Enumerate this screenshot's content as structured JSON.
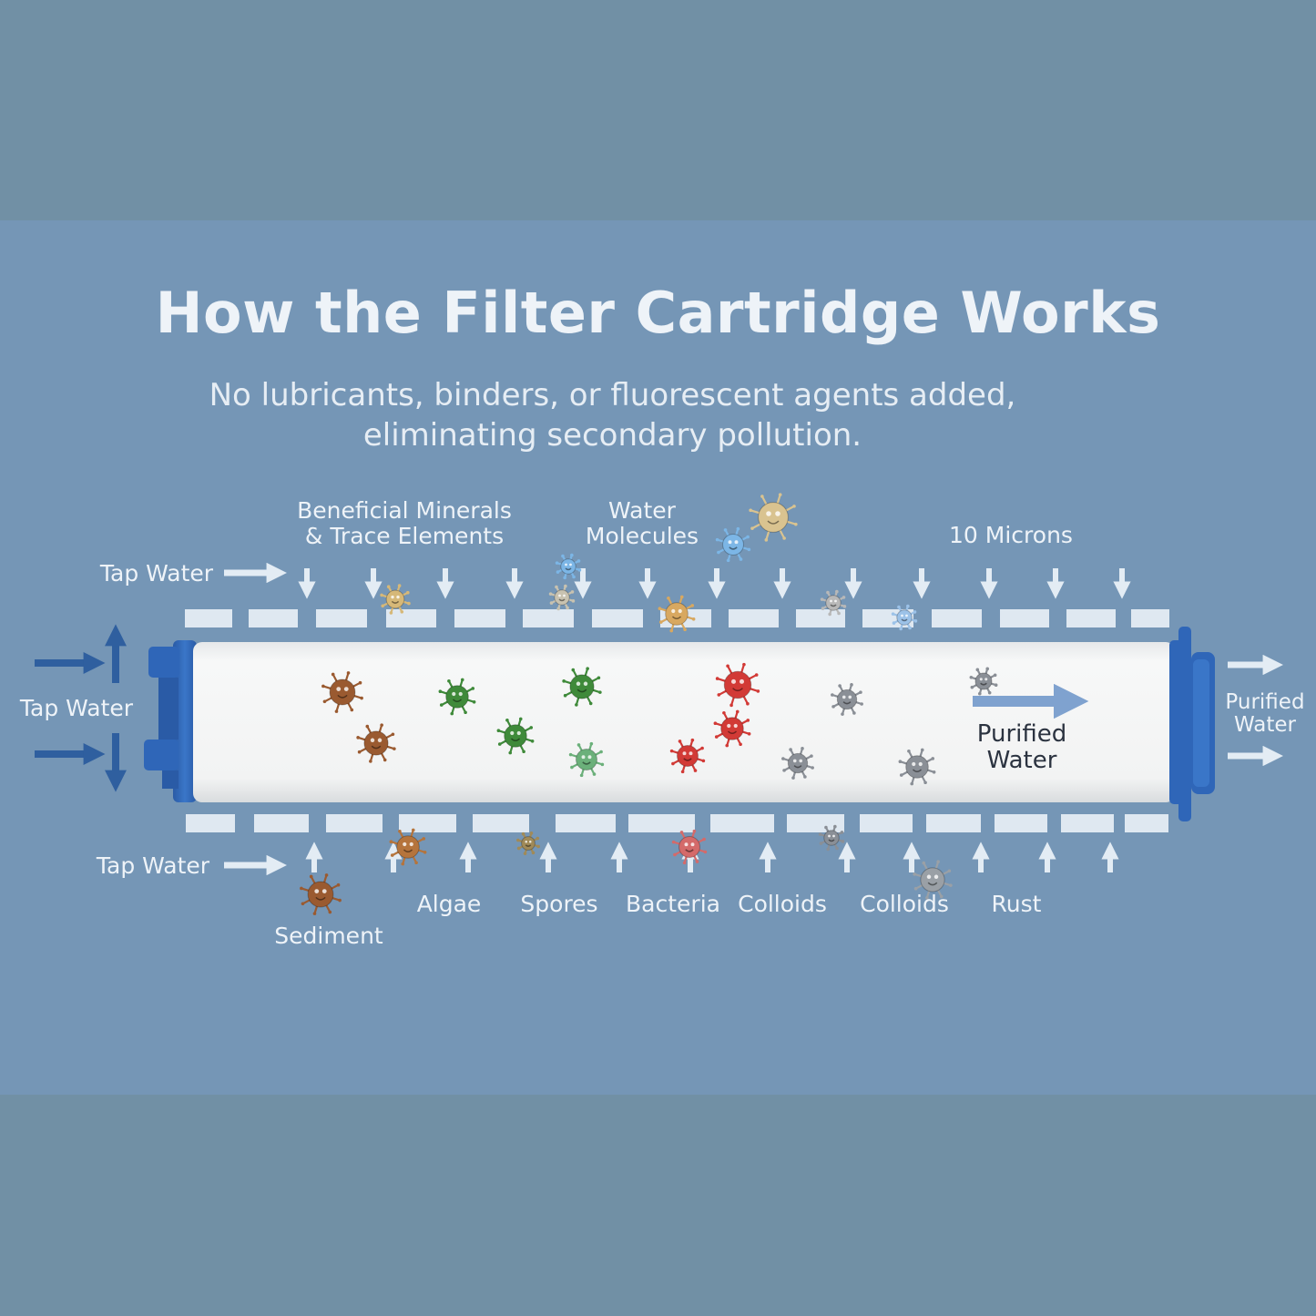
{
  "title": "How the Filter Cartridge Works",
  "subtitle_line1": "No lubricants, binders, or fluorescent agents added,",
  "subtitle_line2": "eliminating secondary pollution.",
  "labels": {
    "beneficial_line1": "Beneficial Minerals",
    "beneficial_line2": "& Trace Elements",
    "water_molecules_line1": "Water",
    "water_molecules_line2": "Molecules",
    "microns": "10 Microns",
    "tap_water_top": "Tap Water",
    "tap_water_left": "Tap Water",
    "tap_water_bottom": "Tap Water",
    "purified_inside_line1": "Purified",
    "purified_inside_line2": "Water",
    "purified_outside_line1": "Purified",
    "purified_outside_line2": "Water",
    "sediment": "Sediment",
    "algae": "Algae",
    "spores": "Spores",
    "bacteria": "Bacteria",
    "colloids_1": "Colloids",
    "colloids_2": "Colloids",
    "rust": "Rust"
  },
  "colors": {
    "background_outer": "#7190a5",
    "background_panel": "#7596b6",
    "cartridge_body": "#f3f4f3",
    "end_cap": "#2f66b8",
    "arrow_light": "#e3ecf4",
    "arrow_dark": "#2f5f9f",
    "sediment": "#9a5a30",
    "algae": "#3f8a3a",
    "bacteria": "#d23a36",
    "colloids": "#8a8f96"
  }
}
